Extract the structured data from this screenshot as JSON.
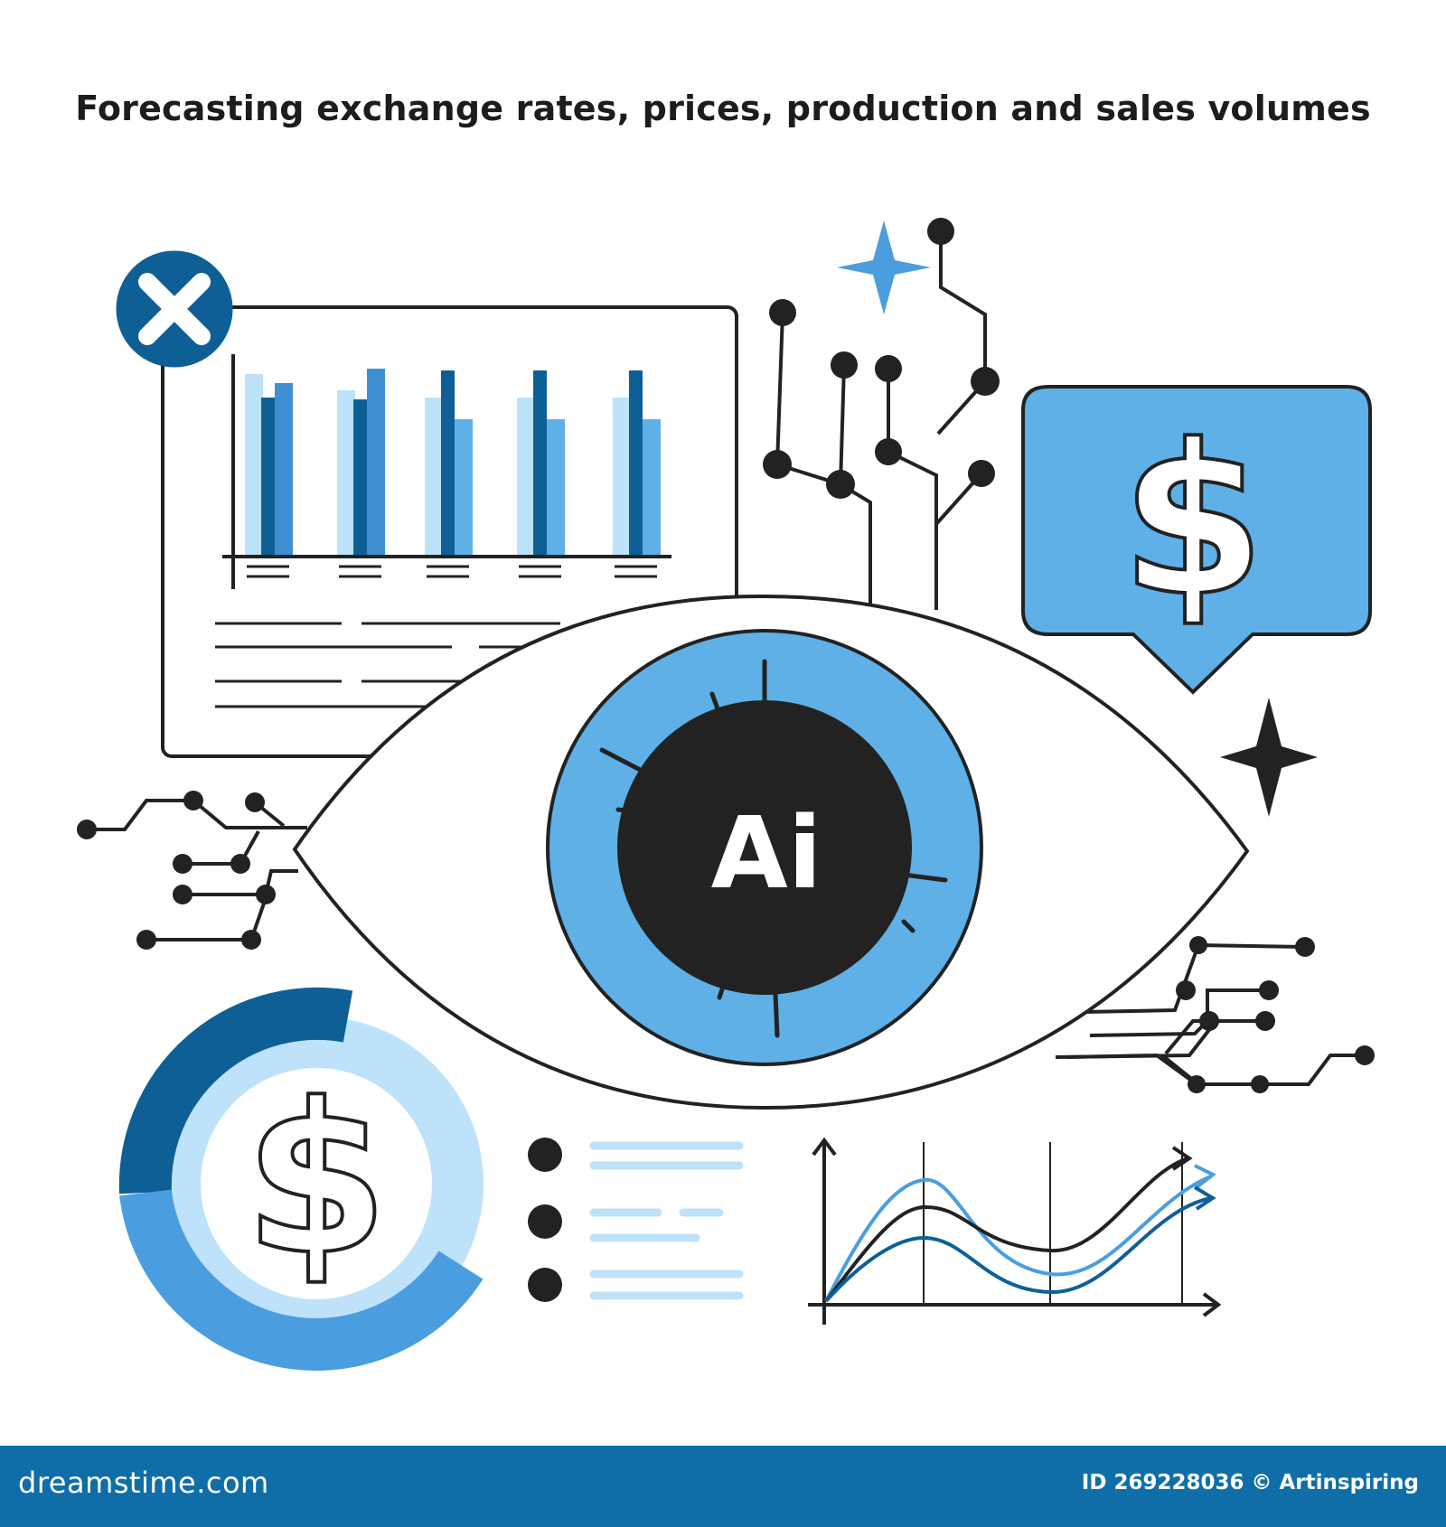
{
  "header": {
    "title": "Forecasting exchange rates, prices, production and sales volumes"
  },
  "illustration": {
    "center_badge": "Ai",
    "currency_symbol": "$",
    "close_symbol": "×"
  },
  "footer": {
    "logo_text": "dreamstime.com",
    "credit": "ID 269228036 © Artinspiring"
  },
  "colors": {
    "dark_blue": "#0f5f97",
    "mid_blue": "#5fb0e6",
    "light_blue": "#bfe2fb",
    "ink": "#222222",
    "footer_bg": "#0f6ea8"
  }
}
